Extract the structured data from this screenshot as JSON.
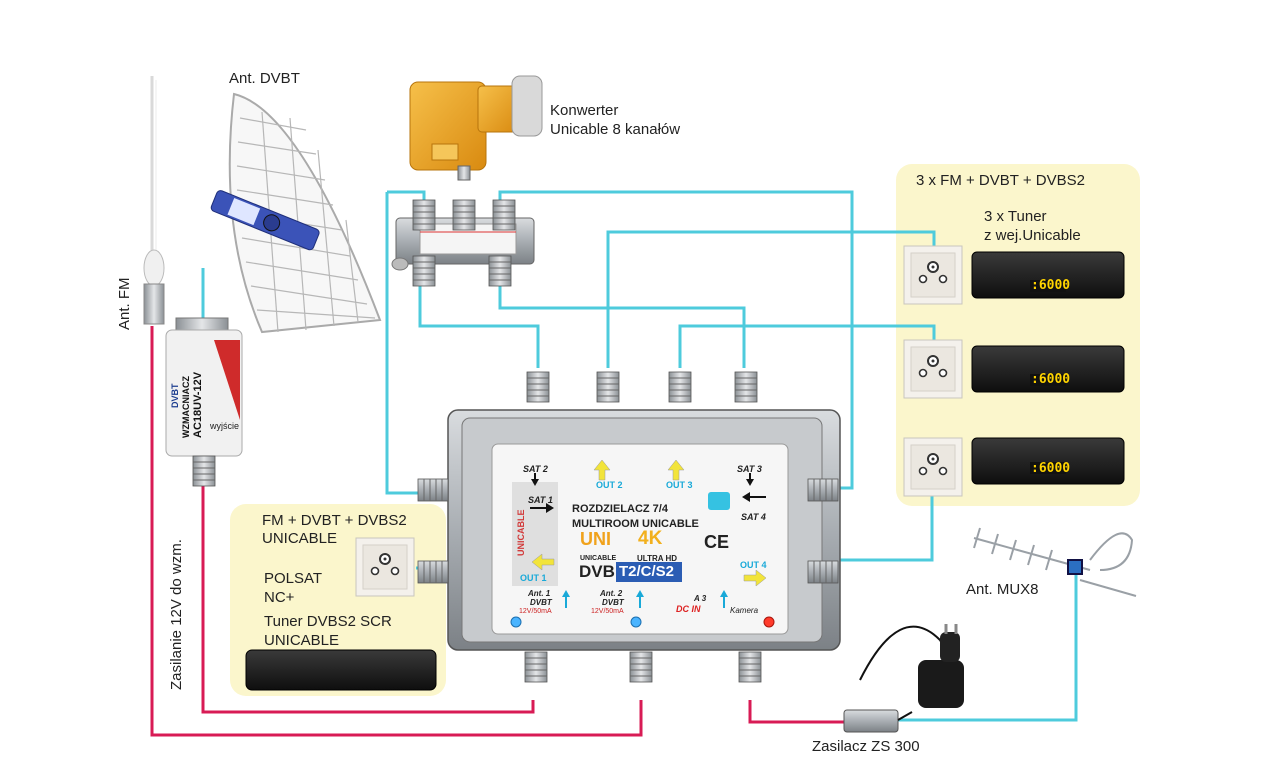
{
  "labels": {
    "ant_dvbt": "Ant. DVBT",
    "ant_fm": "Ant. FM",
    "konwerter_line1": "Konwerter",
    "konwerter_line2": "Unicable 8 kanałów",
    "right_panel_title": "3 x  FM + DVBT + DVBS2",
    "tuner_line1": "3 x Tuner",
    "tuner_line2": "z wej.Unicable",
    "left_panel_line1": "FM + DVBT + DVBS2",
    "left_panel_line2": "UNICABLE",
    "polsat_line1": "POLSAT",
    "polsat_line2": "NC+",
    "tuner_scr_line1": "Tuner DVBS2 SCR",
    "tuner_scr_line2": "UNICABLE",
    "ant_mux8": "Ant. MUX8",
    "zasilacz": "Zasilacz ZS 300",
    "zasilanie": "Zasilanie 12V do wzm."
  },
  "amplifier": {
    "brand": "DVBT",
    "type": "WZMACNIACZ",
    "model": "AC18UV-12V",
    "bottom_text": "wyjście"
  },
  "splitter": {
    "title_line1": "ROZDZIELACZ  7/4",
    "title_line2": "MULTIROOM UNICABLE",
    "side_text": "UNICABLE",
    "sat1": "SAT 1",
    "sat2": "SAT 2",
    "sat3": "SAT 3",
    "sat4": "SAT 4",
    "out1": "OUT 1",
    "out2": "OUT 2",
    "out3": "OUT 3",
    "out4": "OUT 4",
    "uni_logo": "UNI",
    "unicable_small": "UNICABLE",
    "k4": "4K",
    "ultra_hd": "ULTRA HD",
    "ce": "CE",
    "dvb_logo": "DVB",
    "dvb_variants": "T2/C/S2",
    "ant1_line1": "Ant. 1",
    "ant1_line2": "DVBT",
    "ant1_spec": "12V/50mA",
    "ant2_line1": "Ant. 2",
    "ant2_line2": "DVBT",
    "ant2_spec": "12V/50mA",
    "a3_line1": "A 3",
    "a3_line2": "DC IN",
    "kamera": "Kamera"
  },
  "receiver_display": ":6000",
  "colors": {
    "cyan_cable": "#4ecbdc",
    "red_cable": "#d81b55",
    "panel_bg": "#fbf6cc",
    "yellow_arrow": "#f2e43a",
    "converter_orange": "#f0a21c"
  }
}
